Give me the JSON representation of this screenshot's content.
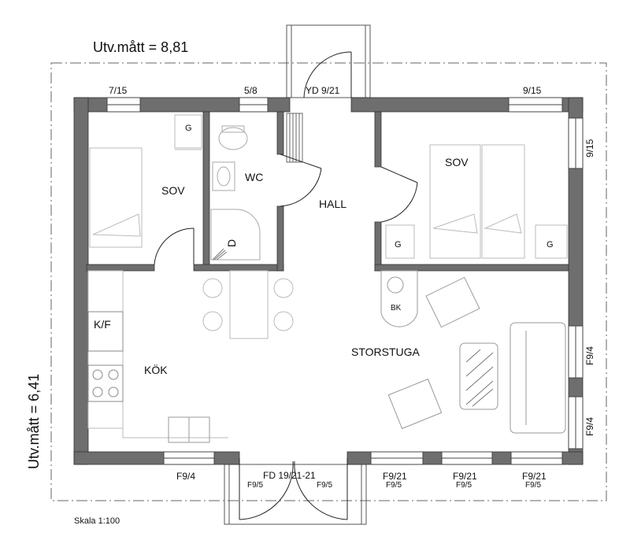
{
  "dimensions": {
    "width_label": "Utv.mått = 8,81",
    "height_label": "Utv.mått = 6,41"
  },
  "scale_label": "Skala 1:100",
  "rooms": {
    "sov_left": "SOV",
    "wc": "WC",
    "hall": "HALL",
    "sov_right": "SOV",
    "kok": "KÖK",
    "storstuga": "STORSTUGA"
  },
  "fixtures": {
    "wardrobe_left": "G",
    "wardrobe_right_1": "G",
    "wardrobe_right_2": "G",
    "shower": "D",
    "fridge_freezer": "K/F",
    "stove": "BK"
  },
  "openings": {
    "win_top_left": "7/15",
    "win_top_wc": "5/8",
    "door_entry": "YD 9/21",
    "win_top_right": "9/15",
    "win_right_upper": "9/15",
    "win_right_mid": "F9/4",
    "win_right_low": "F9/4",
    "win_bottom_left": "F9/4",
    "door_patio": "FD 19/21-21",
    "door_patio_sub_left": "F9/5",
    "door_patio_sub_right": "F9/5",
    "win_bottom_1": "F9/21",
    "win_bottom_1_sub": "F9/5",
    "win_bottom_2": "F9/21",
    "win_bottom_2_sub": "F9/5",
    "win_bottom_3": "F9/21",
    "win_bottom_3_sub": "F9/5"
  }
}
